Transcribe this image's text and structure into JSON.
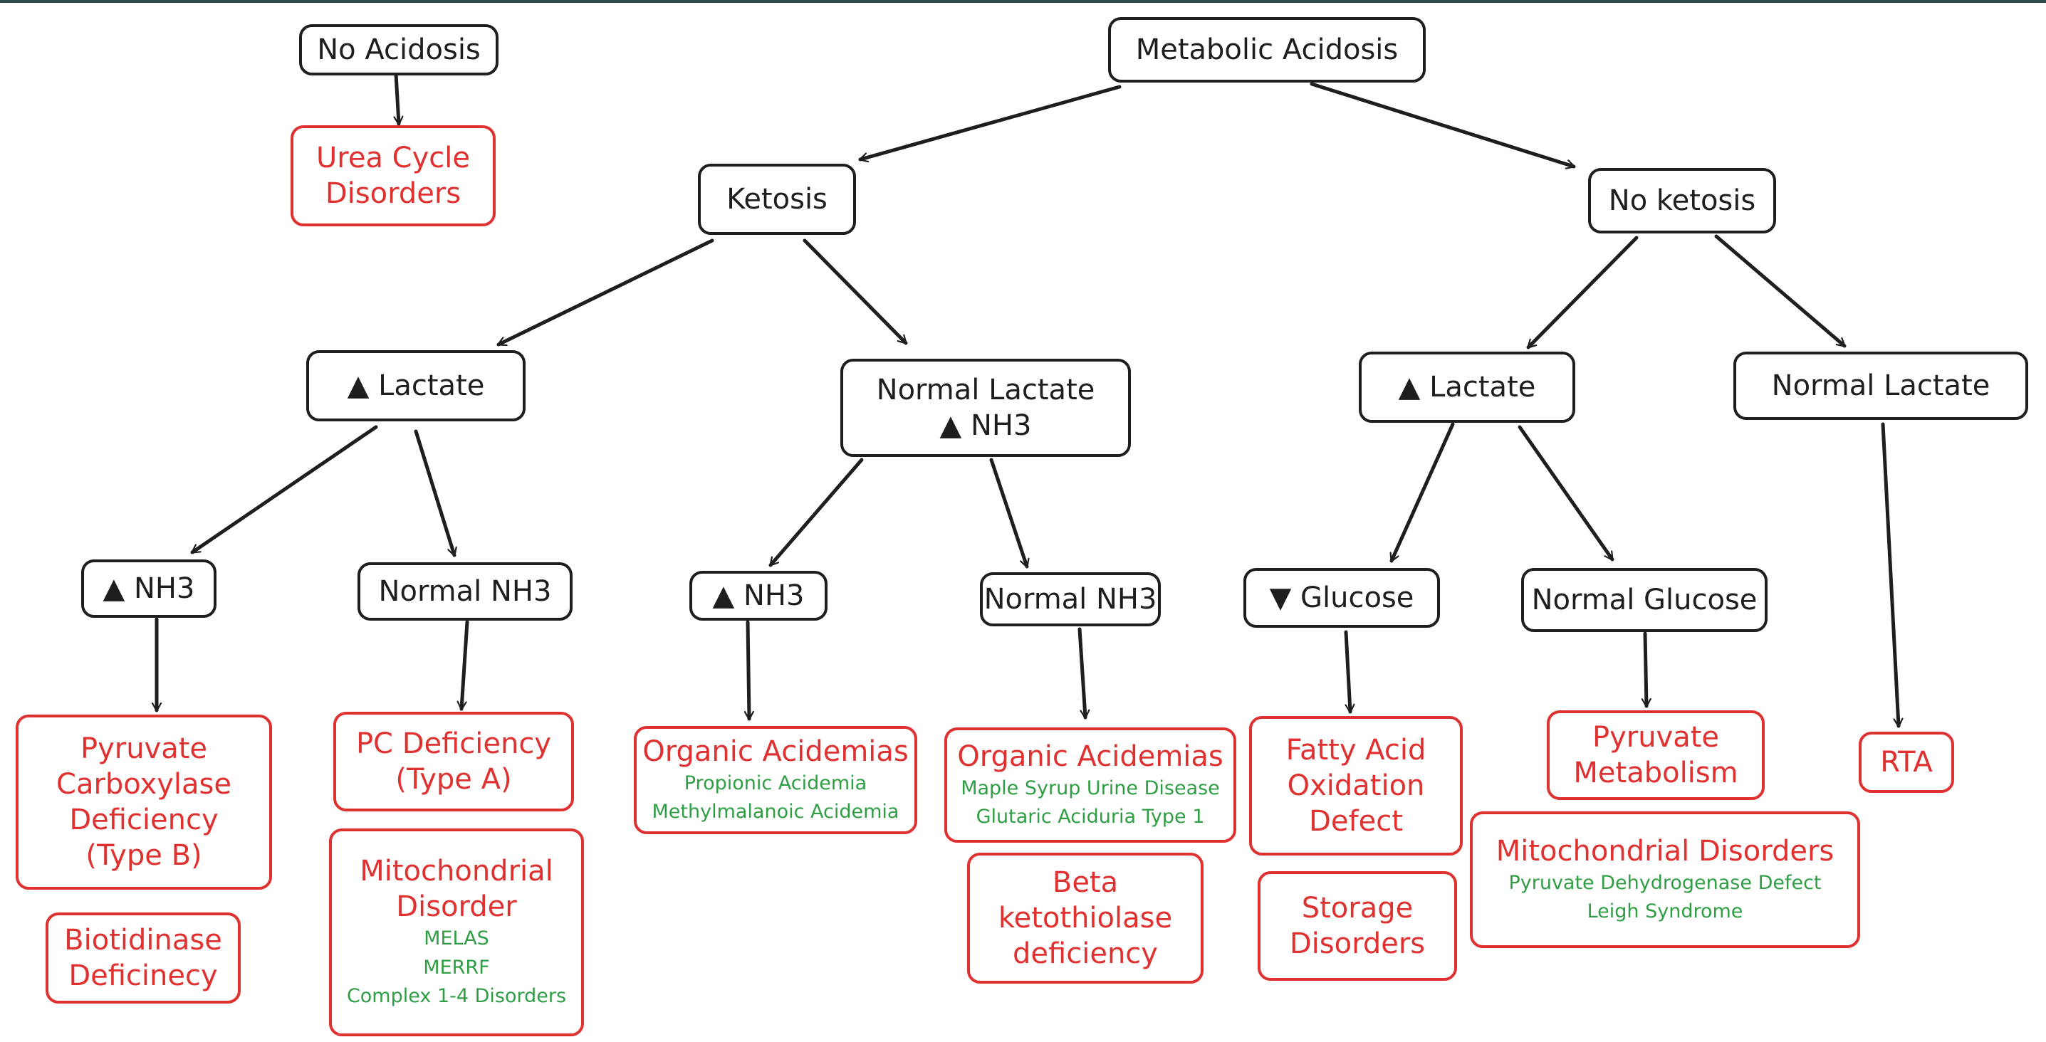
{
  "nodes": {
    "no_acidosis": {
      "lines": [
        "No Acidosis"
      ]
    },
    "urea_cycle": {
      "lines": [
        "Urea Cycle",
        "Disorders"
      ]
    },
    "metabolic_acidosis": {
      "lines": [
        "Metabolic Acidosis"
      ]
    },
    "ketosis": {
      "lines": [
        "Ketosis"
      ]
    },
    "no_ketosis": {
      "lines": [
        "No ketosis"
      ]
    },
    "k_high_lactate": {
      "lines": [
        "▲ Lactate"
      ]
    },
    "k_normal_lactate": {
      "lines": [
        "Normal Lactate",
        "▲ NH3"
      ]
    },
    "nk_high_lactate": {
      "lines": [
        "▲ Lactate"
      ]
    },
    "nk_normal_lactate": {
      "lines": [
        "Normal Lactate"
      ]
    },
    "hl_high_nh3": {
      "lines": [
        "▲ NH3"
      ]
    },
    "hl_normal_nh3": {
      "lines": [
        "Normal NH3"
      ]
    },
    "nl_high_nh3": {
      "lines": [
        "▲ NH3"
      ]
    },
    "nl_normal_nh3": {
      "lines": [
        "Normal NH3"
      ]
    },
    "low_glucose": {
      "lines": [
        "▼ Glucose"
      ]
    },
    "normal_glucose": {
      "lines": [
        "Normal Glucose"
      ]
    },
    "pyruvate_carboxylase_b": {
      "lines": [
        "Pyruvate",
        "Carboxylase",
        "Deficiency",
        "(Type B)"
      ]
    },
    "biotidinase": {
      "lines": [
        "Biotidinase",
        "Deficinecy"
      ]
    },
    "pc_deficiency_a": {
      "lines": [
        "PC Deficiency",
        "(Type A)"
      ]
    },
    "mito_disorder": {
      "lines": [
        "Mitochondrial",
        "Disorder"
      ],
      "subs": [
        "MELAS",
        "MERRF",
        "Complex 1-4 Disorders"
      ]
    },
    "organic_acidemias_1": {
      "lines": [
        "Organic Acidemias"
      ],
      "subs": [
        "Propionic Acidemia",
        "Methylmalanoic Acidemia"
      ]
    },
    "organic_acidemias_2": {
      "lines": [
        "Organic Acidemias"
      ],
      "subs": [
        "Maple Syrup Urine Disease",
        "Glutaric Aciduria Type 1"
      ]
    },
    "beta_ketothiolase": {
      "lines": [
        "Beta",
        "ketothiolase",
        "deficiency"
      ]
    },
    "fatty_acid": {
      "lines": [
        "Fatty Acid",
        "Oxidation",
        "Defect"
      ]
    },
    "storage": {
      "lines": [
        "Storage",
        "Disorders"
      ]
    },
    "pyruvate_metabolism": {
      "lines": [
        "Pyruvate",
        "Metabolism"
      ]
    },
    "mito_disorders": {
      "lines": [
        "Mitochondrial Disorders"
      ],
      "subs": [
        "Pyruvate Dehydrogenase Defect",
        "Leigh Syndrome"
      ]
    },
    "rta": {
      "lines": [
        "RTA"
      ]
    }
  },
  "colors": {
    "stroke": "#1e1e1e",
    "outcome": "#e03131",
    "detail": "#2f9e44"
  }
}
